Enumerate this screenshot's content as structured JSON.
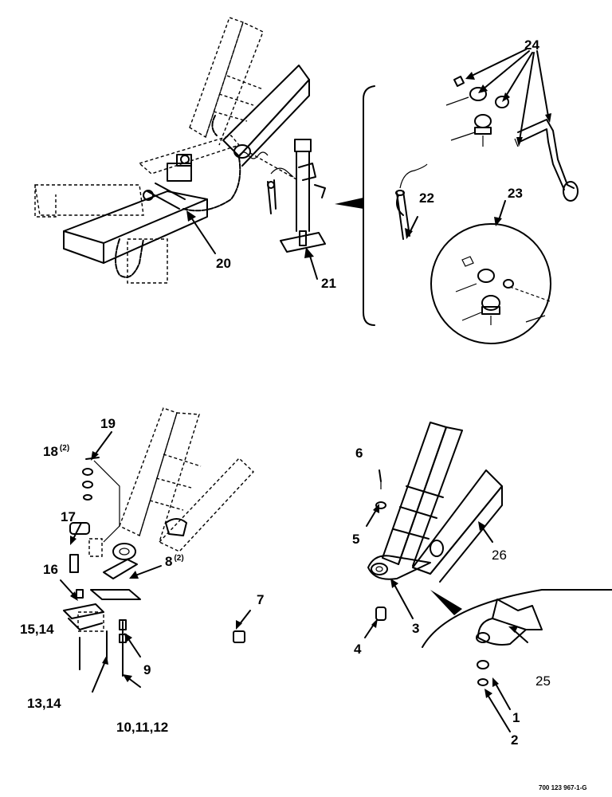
{
  "callouts": {
    "c1": "1",
    "c2": "2",
    "c3": "3",
    "c4": "4",
    "c5": "5",
    "c6": "6",
    "c7": "7",
    "c8": "8",
    "c8_qty": "(2)",
    "c9": "9",
    "c10": "10,11,12",
    "c13": "13,14",
    "c15": "15,14",
    "c16": "16",
    "c17": "17",
    "c18": "18",
    "c18_qty": "(2)",
    "c19": "19",
    "c20": "20",
    "c21": "21",
    "c22": "22",
    "c23": "23",
    "c24": "24",
    "c25": "25",
    "c26": "26"
  },
  "footer": {
    "part_code": "700 123 967-1-G"
  }
}
